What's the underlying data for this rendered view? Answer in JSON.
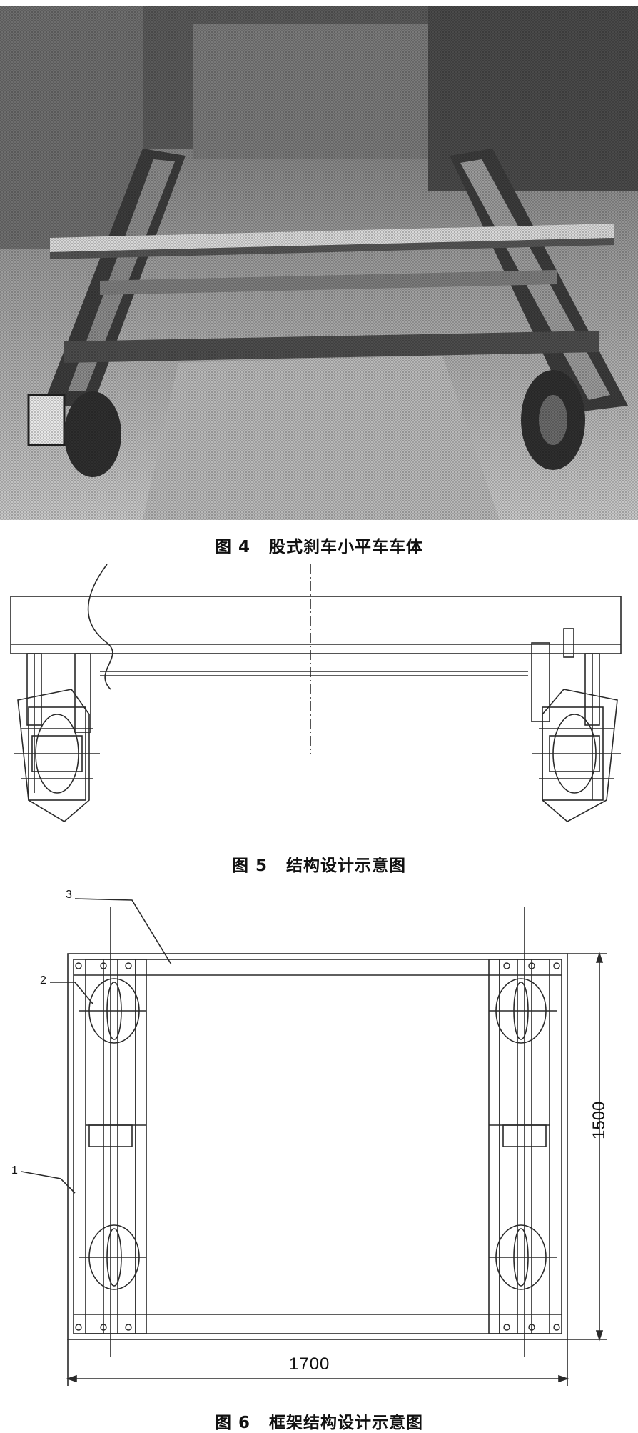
{
  "figures": [
    {
      "number": "图 4",
      "title": "股式刹车小平车车体",
      "kind": "photo"
    },
    {
      "number": "图 5",
      "title": "结构设计示意图",
      "kind": "drawing"
    },
    {
      "number": "图 6",
      "title": "框架结构设计示意图",
      "kind": "drawing"
    }
  ],
  "fig6": {
    "width_dim": "1700",
    "height_dim": "1500",
    "callouts": [
      "1",
      "2",
      "3"
    ]
  },
  "colors": {
    "ink": "#2a2a2a",
    "photo_dark": "#3c3c3c",
    "photo_light": "#cfcfcf"
  }
}
